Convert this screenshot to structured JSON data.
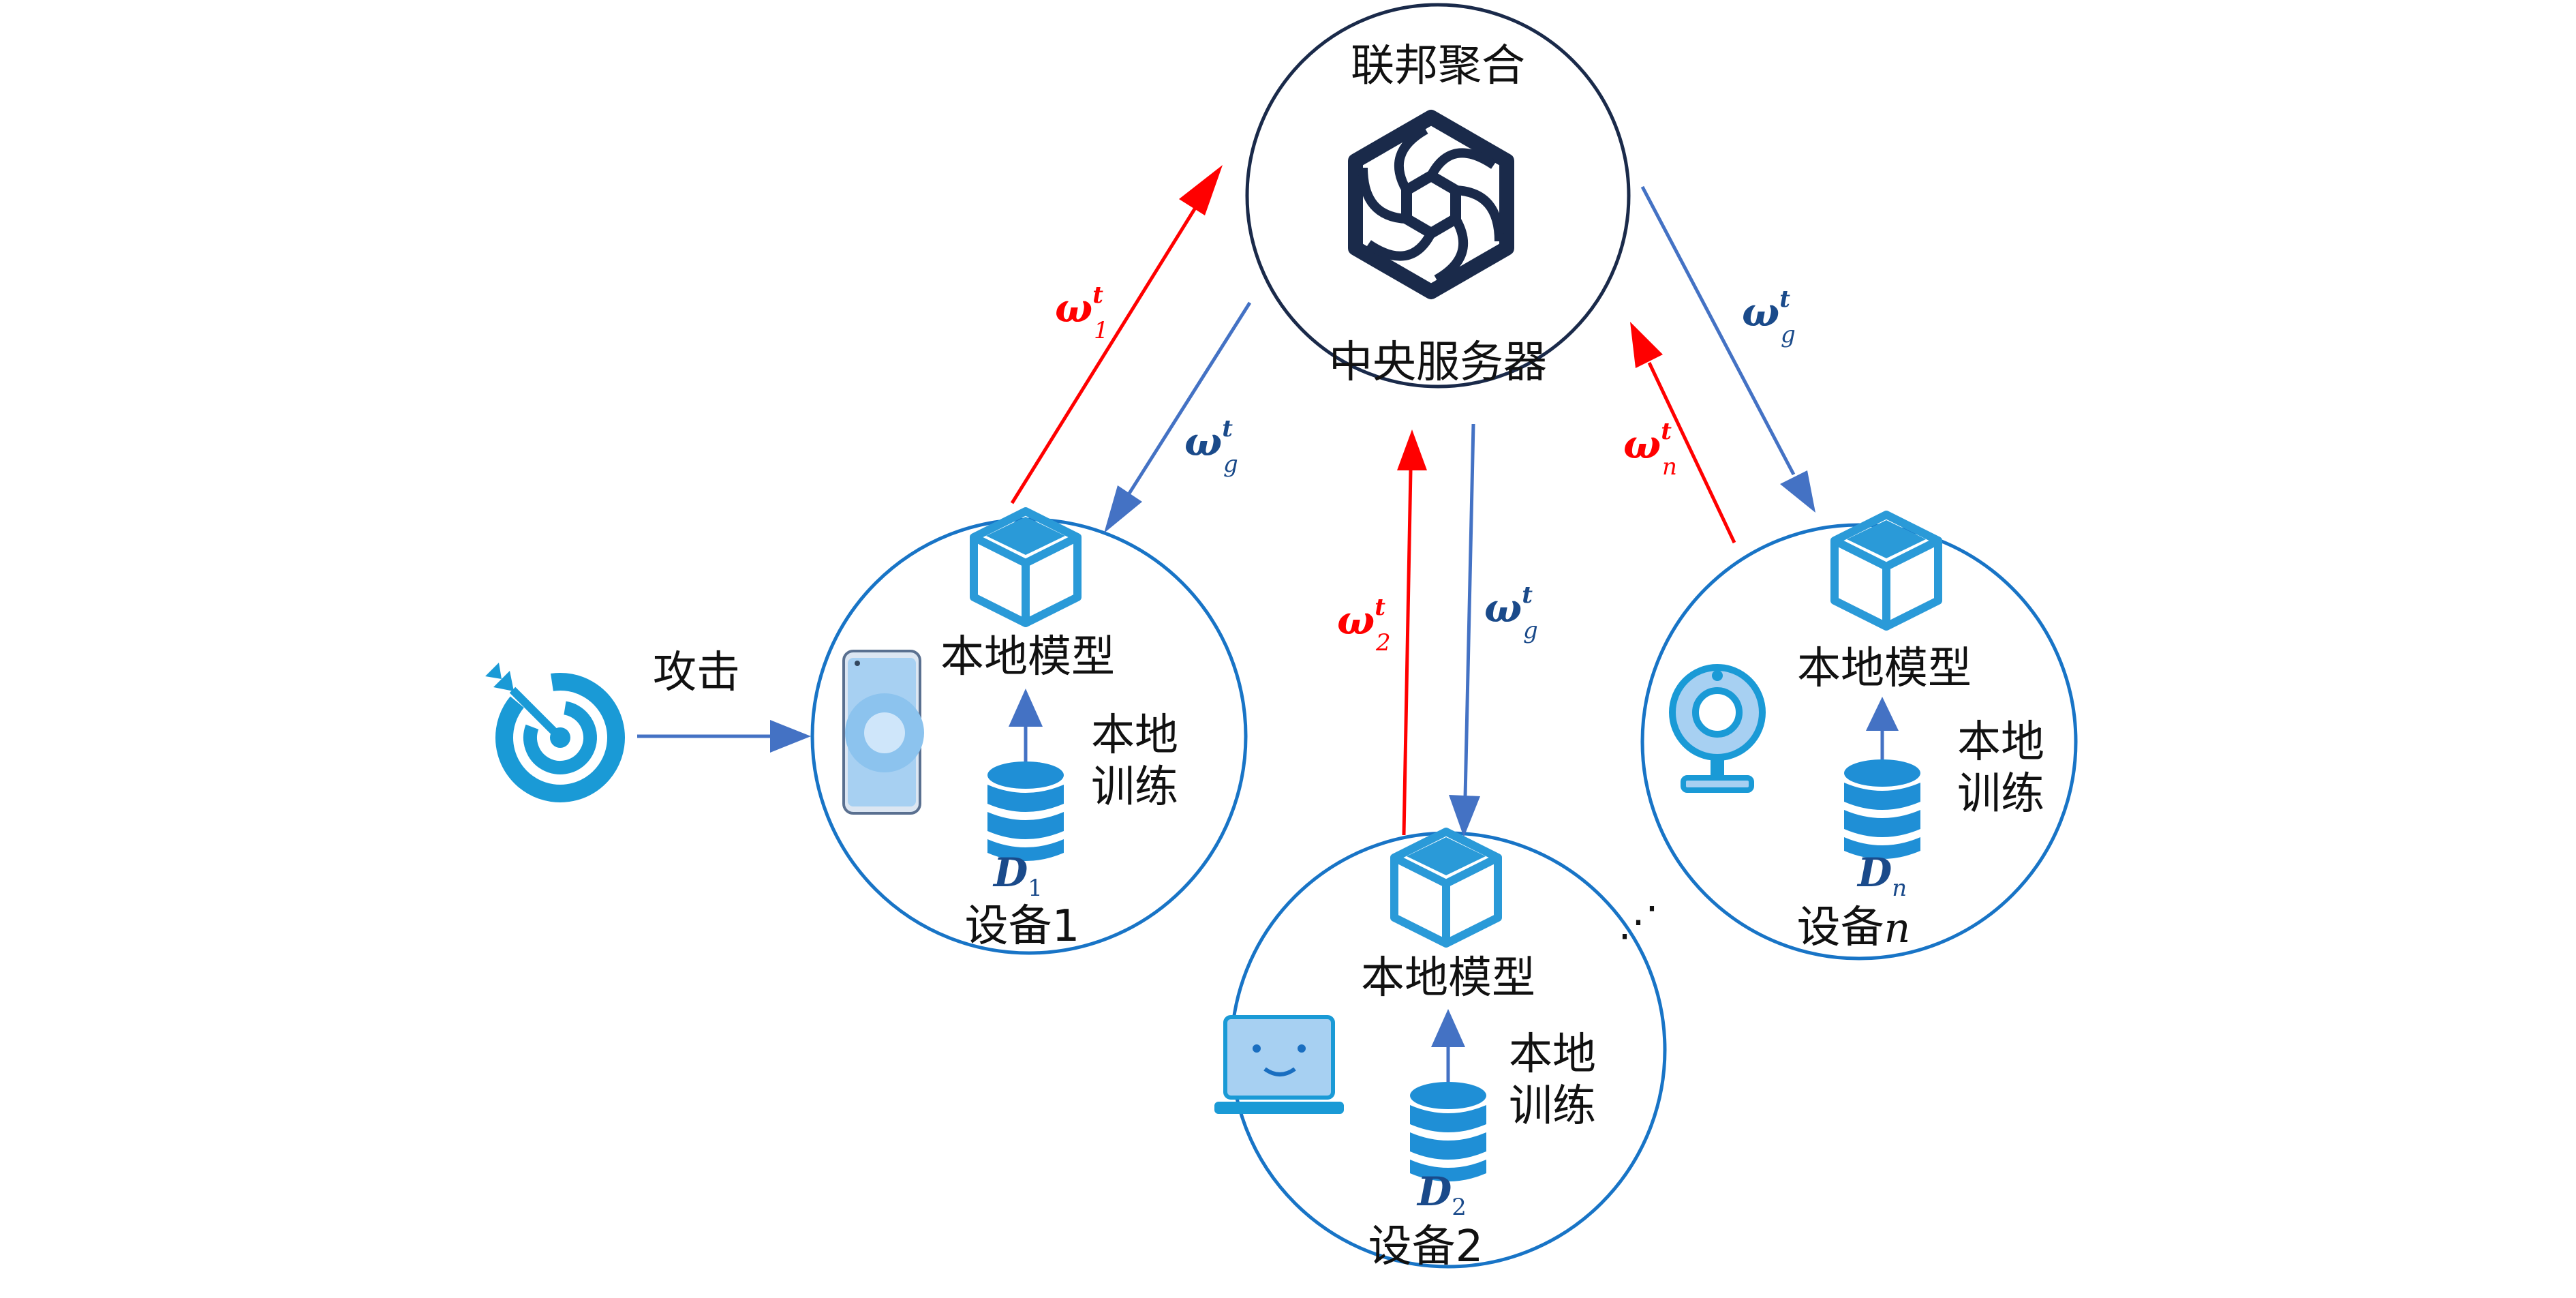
{
  "colors": {
    "primary_blue": "#1874c6",
    "arrow_blue": "#4472c4",
    "arrow_red": "#ff0000",
    "server_circle": "#1a2a4a",
    "icon_blue": "#2a9ad8",
    "text": "#111111"
  },
  "server": {
    "top_label": "联邦聚合",
    "bottom_label": "中央服务器",
    "icon": "aperture-hexagon-icon"
  },
  "attack": {
    "label": "攻击",
    "icon": "target-icon"
  },
  "devices": [
    {
      "id": "1",
      "model_label": "本地模型",
      "train_label_1": "本地",
      "train_label_2": "训练",
      "data_label": "D",
      "data_sub": "1",
      "device_label": "设备1",
      "device_icon": "smartphone-icon",
      "upload": {
        "w": "ω",
        "sup": "t",
        "sub": "1"
      },
      "download": {
        "w": "ω",
        "sup": "t",
        "sub": "g"
      }
    },
    {
      "id": "2",
      "model_label": "本地模型",
      "train_label_1": "本地",
      "train_label_2": "训练",
      "data_label": "D",
      "data_sub": "2",
      "device_label": "设备2",
      "device_icon": "laptop-icon",
      "upload": {
        "w": "ω",
        "sup": "t",
        "sub": "2"
      },
      "download": {
        "w": "ω",
        "sup": "t",
        "sub": "g"
      }
    },
    {
      "id": "n",
      "model_label": "本地模型",
      "train_label_1": "本地",
      "train_label_2": "训练",
      "data_label": "D",
      "data_sub": "n",
      "device_label": "设备",
      "device_label_var": "n",
      "device_icon": "webcam-icon",
      "upload": {
        "w": "ω",
        "sup": "t",
        "sub": "n"
      },
      "download": {
        "w": "ω",
        "sup": "t",
        "sub": "g"
      }
    }
  ],
  "ellipsis": "⋰"
}
